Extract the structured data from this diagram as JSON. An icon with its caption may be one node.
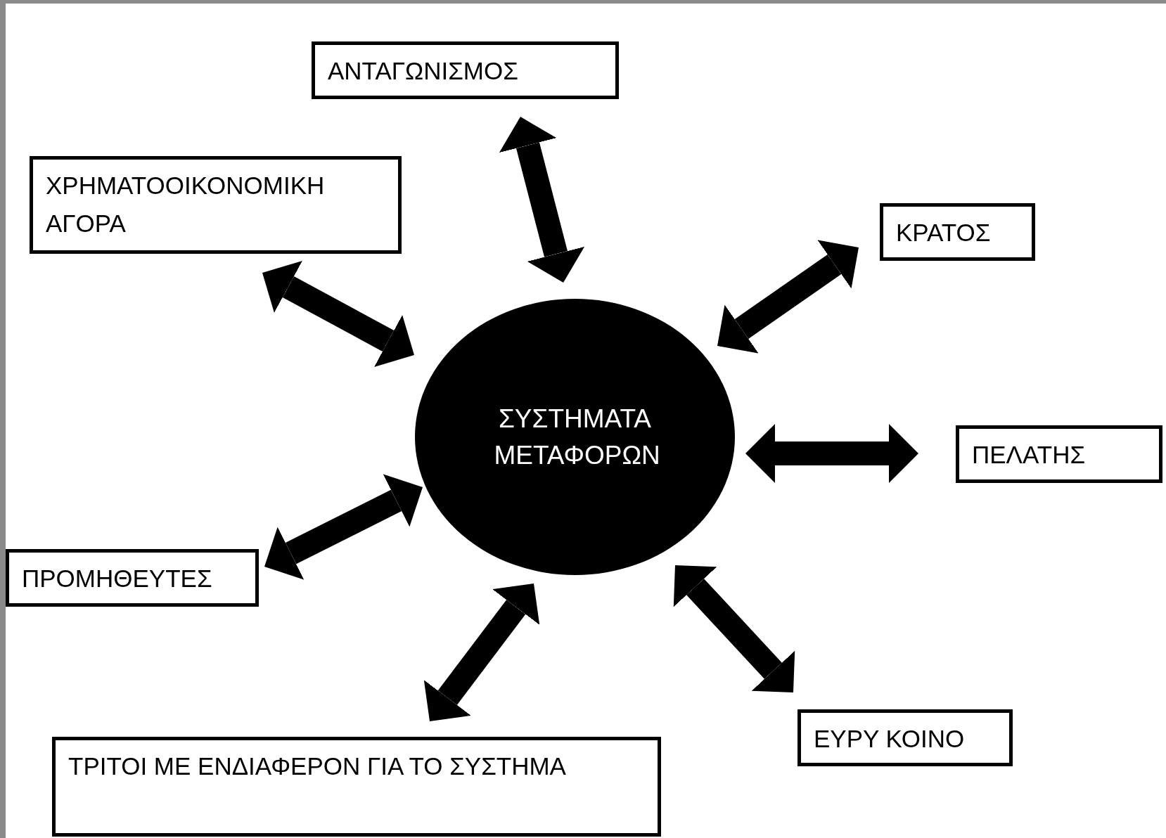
{
  "diagram": {
    "nodes": [
      {
        "text": [
          "ΑΝΤΑΓΩΝΙΣΜΟΣ"
        ]
      },
      {
        "text": [
          "ΧΡΗΜΑΤΟΟΙΚΟΝΟΜΙΚΗ ΑΓΟΡΑ"
        ]
      },
      {
        "text": [
          "ΚΡΑΤΟΣ"
        ]
      },
      {
        "text": [
          "ΣΥΣΤΗΜΑΤΑ ΜΕΤΑΦΟΡΩΝ"
        ]
      },
      {
        "text": [
          "ΠΕΛΑΤΗΣ"
        ]
      },
      {
        "text": [
          "ΠΡΟΜΗΘΕΥΤΕΣ"
        ]
      },
      {
        "text": [
          "ΕΥΡΥ ΚΟΙΝΟ"
        ]
      },
      {
        "text": [
          "ΤΡΙΤΟΙ ΜΕ ΕΝΔΙΑΦΕΡΟΝ ΓΙΑ ΤΟ ΣΥΣΤΗΜΑ"
        ]
      }
    ],
    "edges": [
      {
        "from": 3,
        "to": 0,
        "arrow": "both"
      },
      {
        "from": 3,
        "to": 1,
        "arrow": "both"
      },
      {
        "from": 3,
        "to": 2,
        "arrow": "both"
      },
      {
        "from": 3,
        "to": 4,
        "arrow": "both"
      },
      {
        "from": 3,
        "to": 5,
        "arrow": "both"
      },
      {
        "from": 3,
        "to": 6,
        "arrow": "both"
      },
      {
        "from": 3,
        "to": 7,
        "arrow": "both"
      }
    ]
  }
}
